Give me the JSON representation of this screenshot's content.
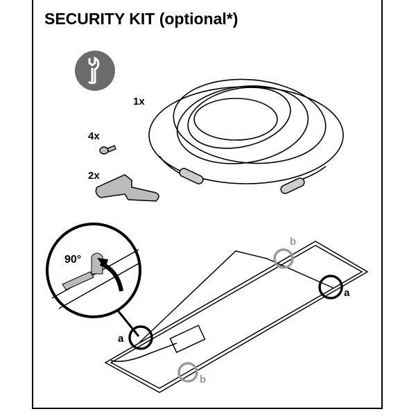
{
  "title": "SECURITY KIT (optional*)",
  "parts": {
    "cable_qty": "1x",
    "screw_qty": "4x",
    "bracket_qty": "2x"
  },
  "detail": {
    "angle": "90°"
  },
  "markers": {
    "a": "a",
    "b": "b"
  },
  "icons": [
    "wrench-icon"
  ],
  "colors": {
    "icon_bg": "#6b6b6b",
    "marker_b": "#9a9a9a",
    "line": "#000000"
  }
}
